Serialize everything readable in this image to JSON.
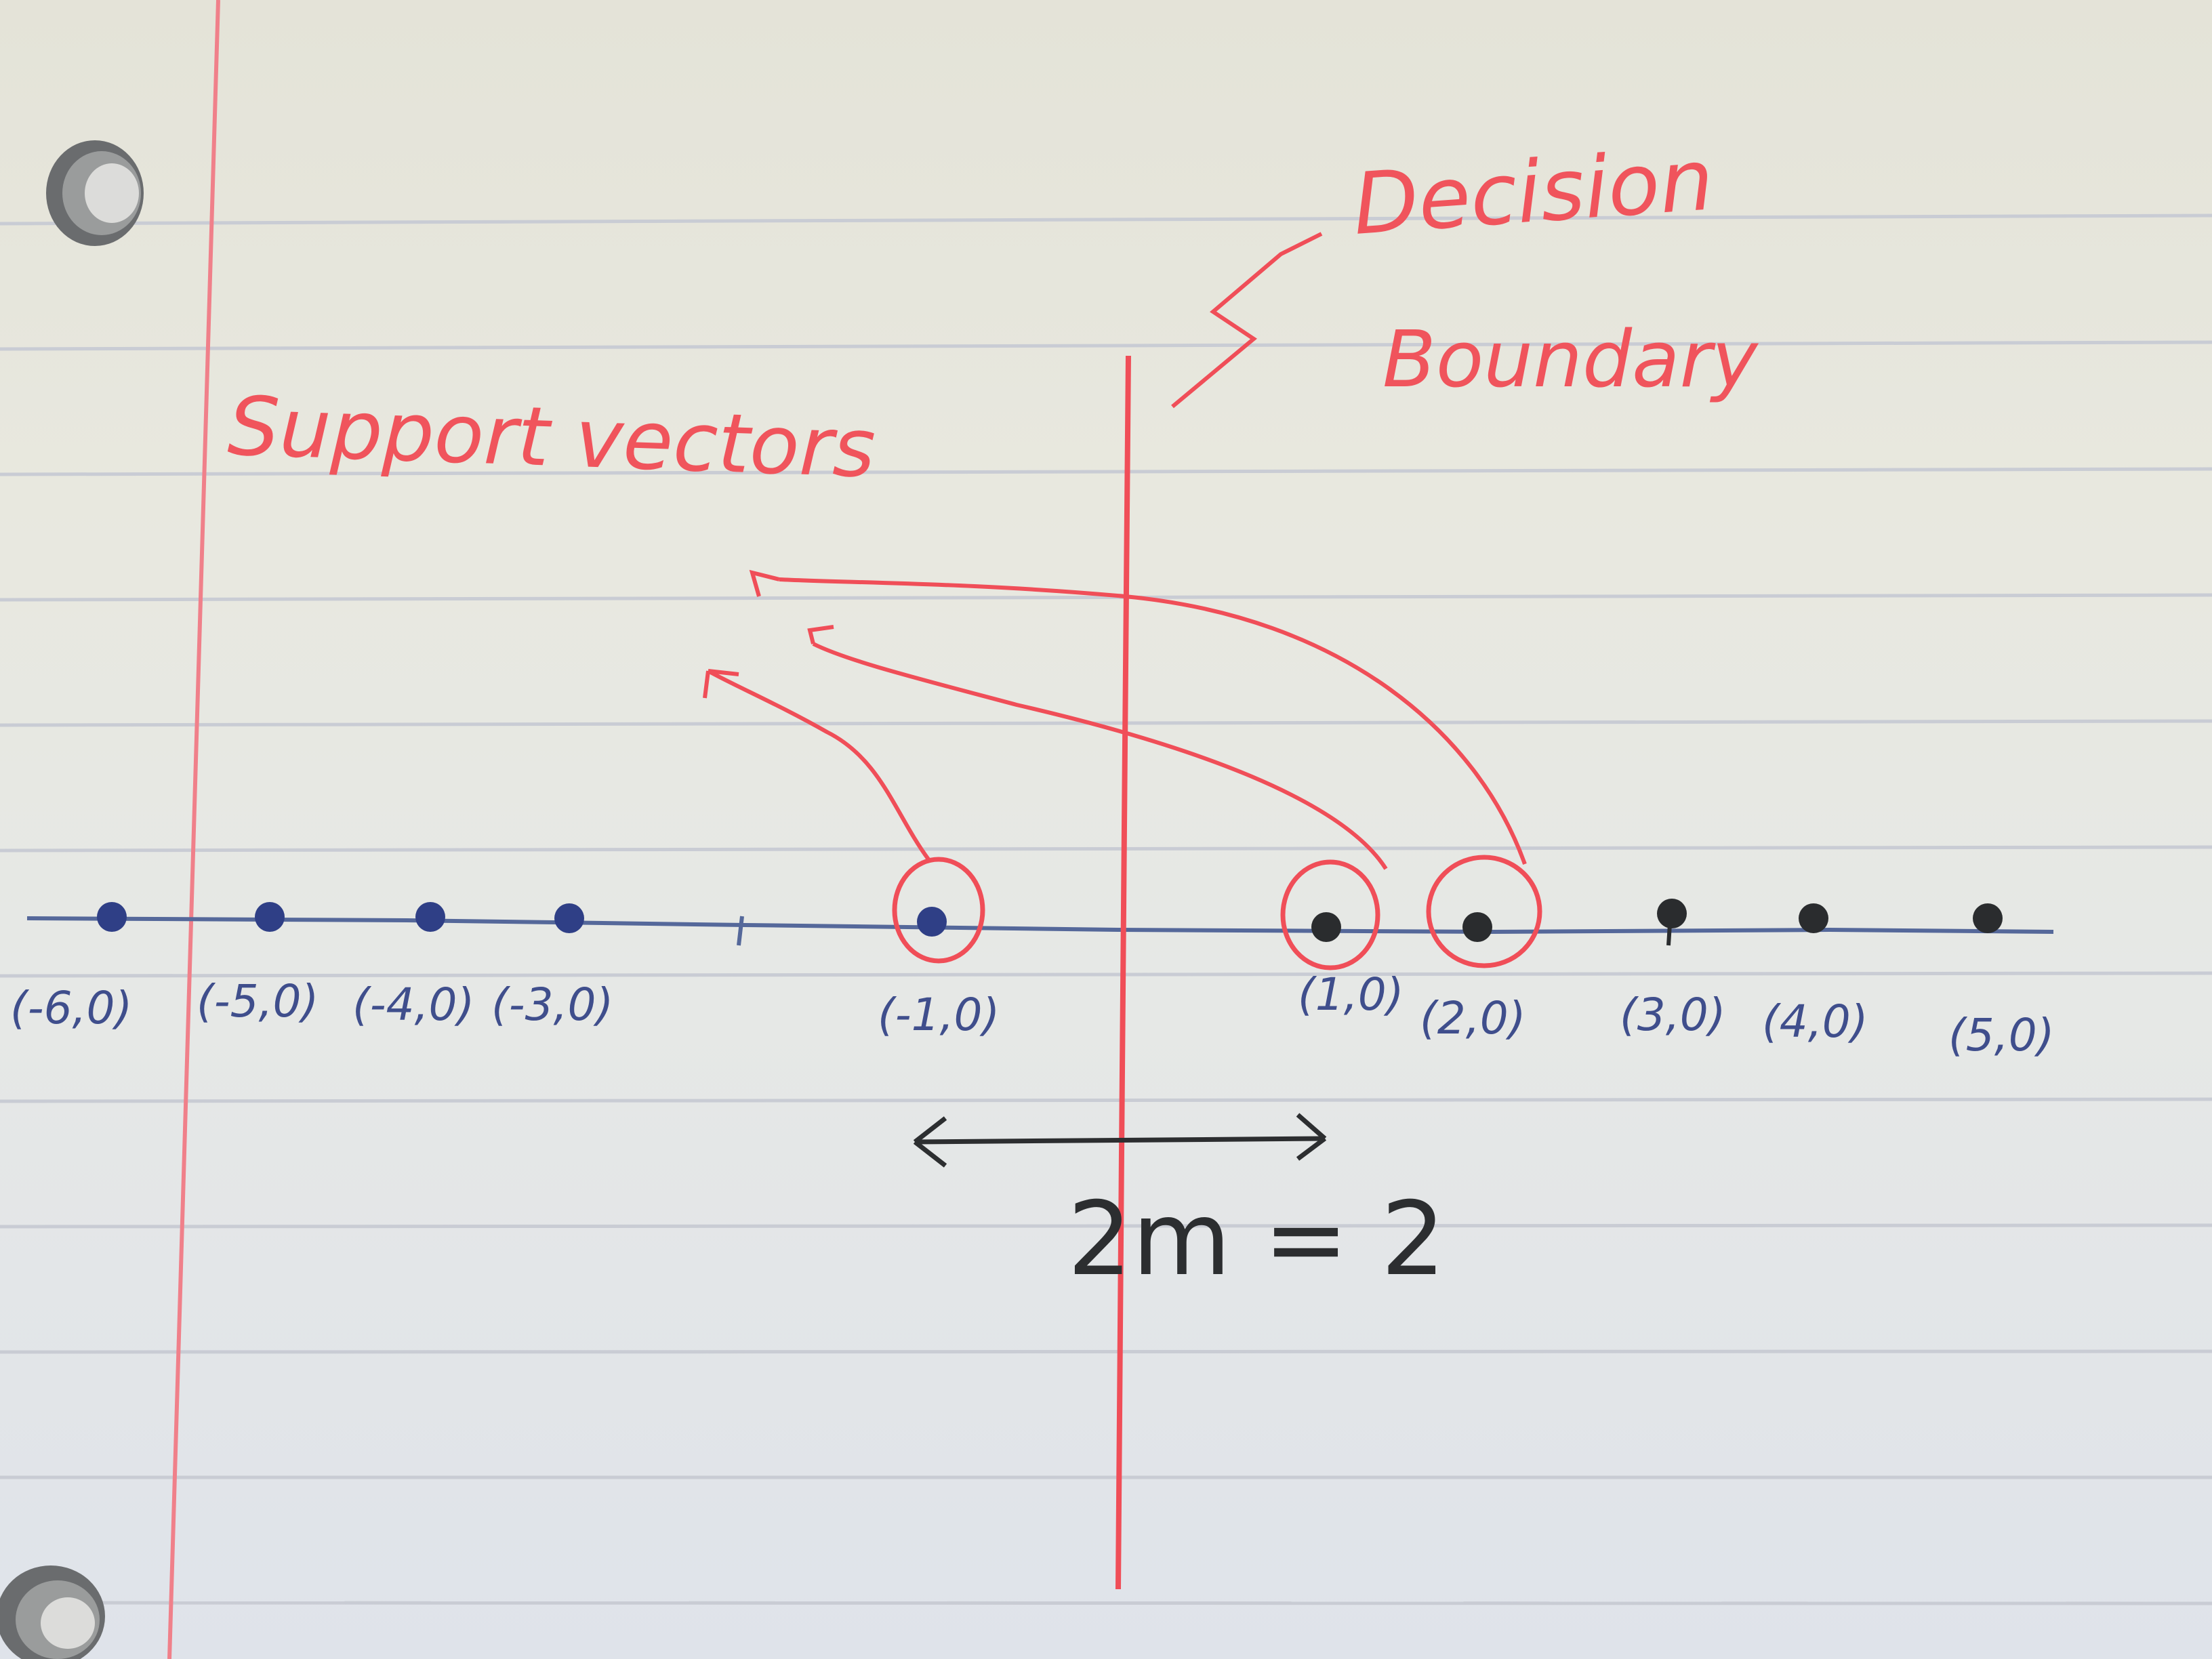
{
  "diagram": {
    "labels": {
      "support_vectors": "Support vectors",
      "decision_line1": "Decision",
      "decision_line2": "Boundary",
      "margin": "2m = 2"
    },
    "negative_points": [
      "(-6,0)",
      "(-5,0)",
      "(-4,0)",
      "(-3,0)",
      "(-1,0)"
    ],
    "positive_points": [
      "(1,0)",
      "(2,0)",
      "(3,0)",
      "(4,0)",
      "(5,0)"
    ],
    "support_vector_points": [
      "(-1,0)",
      "(1,0)",
      "(2,0)"
    ],
    "colors": {
      "paper": "#e6e6dc",
      "rule_lines": "#c9ccd4",
      "margin_line": "#f0808a",
      "red_pen": "#f0545c",
      "blue_pen": "#3f4e8c",
      "black_pen": "#2c2e30"
    }
  }
}
